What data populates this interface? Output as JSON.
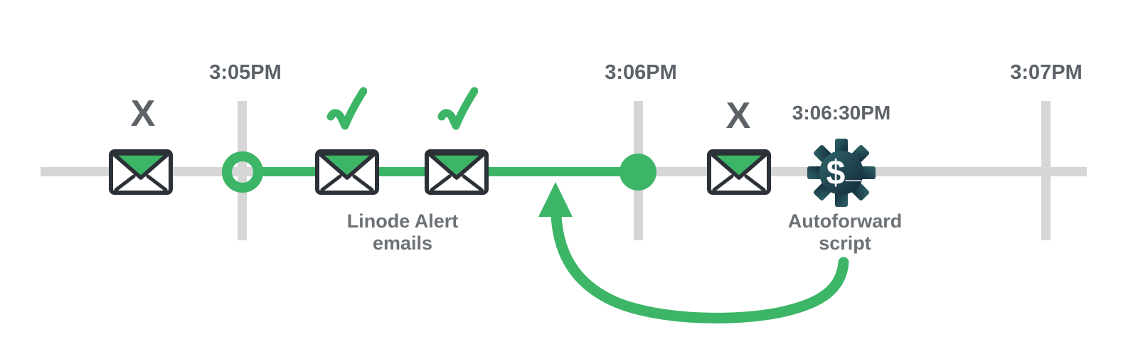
{
  "colors": {
    "green": "#3CB566",
    "track_gray": "#D6D6D6",
    "time_text": "#5C6268",
    "label_text": "#6C7176",
    "envelope_outline": "#2B3137",
    "gear_gradient_start": "#2F6569",
    "gear_gradient_end": "#13293A"
  },
  "timeline": {
    "ticks": [
      {
        "label": "3:05PM"
      },
      {
        "label": "3:06PM"
      },
      {
        "label": "3:07PM"
      }
    ]
  },
  "events": {
    "missed_before": {
      "mark": "X"
    },
    "alert_emails": {
      "label_line1": "Linode Alert",
      "label_line2": "emails"
    },
    "missed_after": {
      "mark": "X"
    },
    "autoforward": {
      "time": "3:06:30PM",
      "label_line1": "Autoforward",
      "label_line2": "script",
      "prompt_dollar": "$",
      "prompt_underscore": "_"
    }
  }
}
